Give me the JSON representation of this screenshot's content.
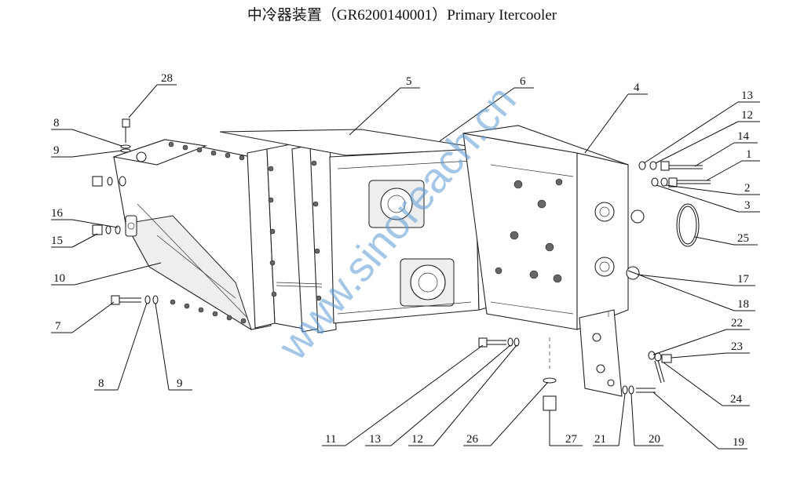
{
  "title": "中冷器装置（GR6200140001）Primary Itercooler",
  "watermark": "www.sinoreach.cn",
  "callouts": [
    "28",
    "5",
    "6",
    "4",
    "13",
    "12",
    "14",
    "1",
    "2",
    "3",
    "8",
    "9",
    "16",
    "15",
    "25",
    "10",
    "17",
    "18",
    "7",
    "22",
    "23",
    "8",
    "9",
    "24",
    "11",
    "13",
    "12",
    "26",
    "27",
    "21",
    "20",
    "19"
  ]
}
